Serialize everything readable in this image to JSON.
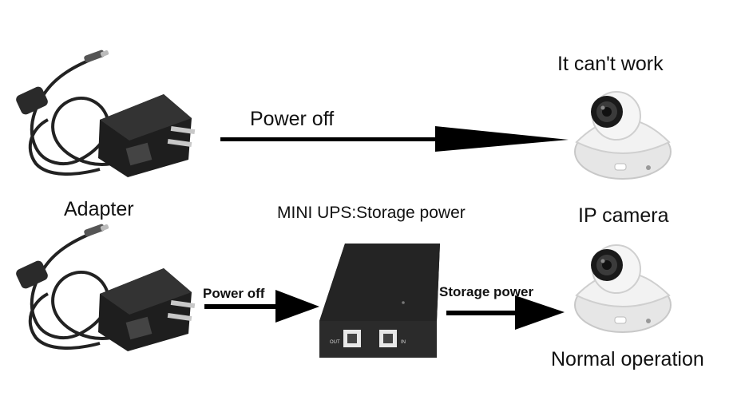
{
  "labels": {
    "top_status": "It can't work",
    "power_off_top": "Power off",
    "adapter": "Adapter",
    "mini_ups": "MINI UPS:Storage power",
    "ip_camera": "IP camera",
    "power_off_bottom": "Power off",
    "storage_power": "Storage power",
    "normal_operation": "Normal operation"
  },
  "ups_ports": {
    "out": "OUT",
    "in": "IN"
  },
  "colors": {
    "arrow": "#000000",
    "adapter_body": "#1e1e1e",
    "ups_body": "#1c1c1c",
    "camera_body": "#ededed"
  }
}
